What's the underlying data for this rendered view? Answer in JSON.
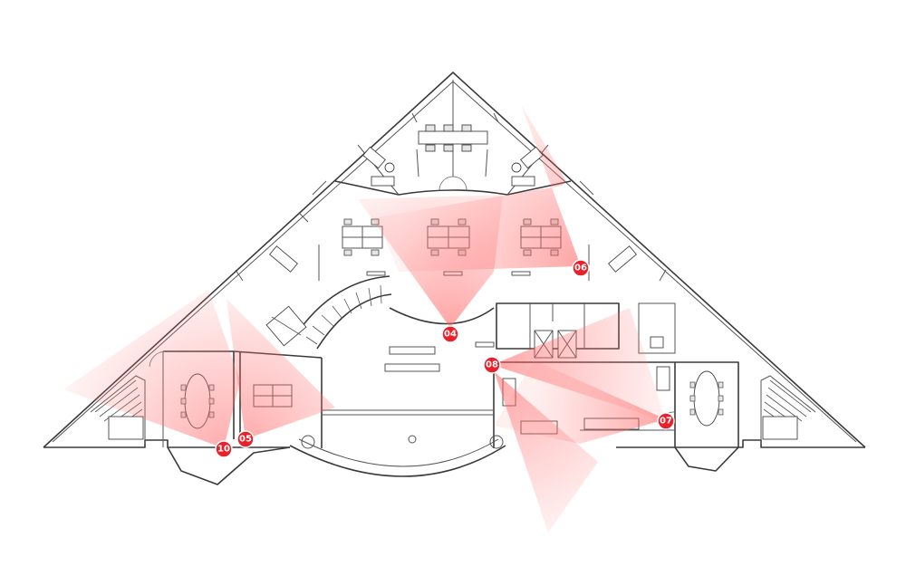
{
  "plan": {
    "cone_color": "#ff6b6b",
    "marker_color": "#e8212a",
    "wall_color": "#3a3a3a"
  },
  "cameras": [
    {
      "id": "cam-04",
      "label": "04"
    },
    {
      "id": "cam-05",
      "label": "05"
    },
    {
      "id": "cam-06",
      "label": "06"
    },
    {
      "id": "cam-07",
      "label": "07"
    },
    {
      "id": "cam-08",
      "label": "08"
    },
    {
      "id": "cam-10",
      "label": "10"
    }
  ]
}
